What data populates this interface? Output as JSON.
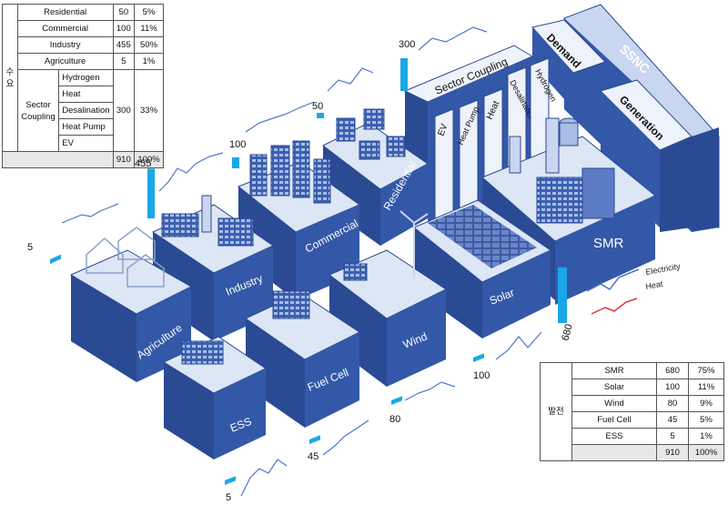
{
  "demand_table": {
    "side_label": "수요",
    "rows": [
      {
        "name": "Residential",
        "value": "50",
        "pct": "5%"
      },
      {
        "name": "Commercial",
        "value": "100",
        "pct": "11%"
      },
      {
        "name": "Industry",
        "value": "455",
        "pct": "50%"
      },
      {
        "name": "Agriculture",
        "value": "5",
        "pct": "1%"
      }
    ],
    "coupling_label": "Sector Coupling",
    "coupling_items": [
      "Hydrogen",
      "Heat",
      "Desalination",
      "Heat Pump",
      "EV"
    ],
    "coupling_value": "300",
    "coupling_pct": "33%",
    "total_value": "910",
    "total_pct": "100%"
  },
  "gen_table": {
    "side_label": "발전",
    "rows": [
      {
        "name": "SMR",
        "value": "680",
        "pct": "75%"
      },
      {
        "name": "Solar",
        "value": "100",
        "pct": "11%"
      },
      {
        "name": "Wind",
        "value": "80",
        "pct": "9%"
      },
      {
        "name": "Fuel Cell",
        "value": "45",
        "pct": "5%"
      },
      {
        "name": "ESS",
        "value": "5",
        "pct": "1%"
      }
    ],
    "total_value": "910",
    "total_pct": "100%"
  },
  "blocks": {
    "agriculture": "Agriculture",
    "industry": "Industry",
    "commercial": "Commercial",
    "residential": "Residential",
    "solar": "Solar",
    "smr": "SMR",
    "wind": "Wind",
    "fuel_cell": "Fuel Cell",
    "ess": "ESS",
    "sector_coupling": "Sector Coupling",
    "ev": "EV",
    "heat_pump": "Heat Pump",
    "heat": "Heat",
    "desalination": "Desalination",
    "hydrogen": "Hydrogen",
    "demand": "Demand",
    "ssnc": "SSNC",
    "generation": "Generation"
  },
  "bar_values": {
    "agriculture": "5",
    "industry": "455",
    "commercial": "100",
    "residential": "50",
    "sector_coupling": "300",
    "smr": "680",
    "solar": "100",
    "wind": "80",
    "fuel_cell": "45",
    "ess": "5"
  },
  "bar_numbers": {
    "agriculture": 5,
    "industry": 455,
    "commercial": 100,
    "residential": 50,
    "sector_coupling": 300,
    "smr": 680,
    "solar": 100,
    "wind": 80,
    "fuel_cell": 45,
    "ess": 5
  },
  "legend": {
    "electricity": "Electricity",
    "heat": "Heat"
  },
  "colors": {
    "block_front": "#3458a8",
    "block_side": "#2a4a93",
    "block_top": "#dde6f5",
    "panel_light": "#c9d6ef",
    "bar": "#1aa7e8",
    "electricity_line": "#4a78c8",
    "heat_line": "#d93a3a"
  }
}
